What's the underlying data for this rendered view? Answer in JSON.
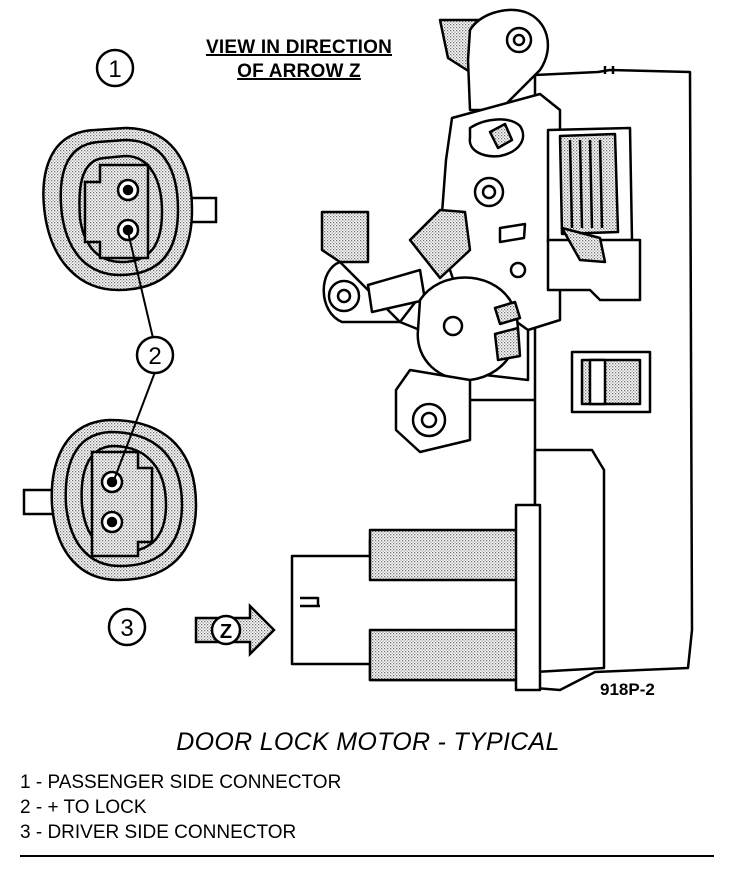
{
  "view_label": {
    "line1": "VIEW IN DIRECTION",
    "line2": "OF ARROW Z"
  },
  "callouts": {
    "c1": "1",
    "c2": "2",
    "c3": "3",
    "arrow": "Z"
  },
  "figure_code": "918P-2",
  "caption": "DOOR LOCK MOTOR - TYPICAL",
  "legend": [
    "1 - PASSENGER SIDE CONNECTOR",
    "2 - + TO LOCK",
    "3 - DRIVER SIDE CONNECTOR"
  ],
  "colors": {
    "ink": "#000000",
    "shade": "#c8c8c8",
    "paper": "#ffffff"
  }
}
